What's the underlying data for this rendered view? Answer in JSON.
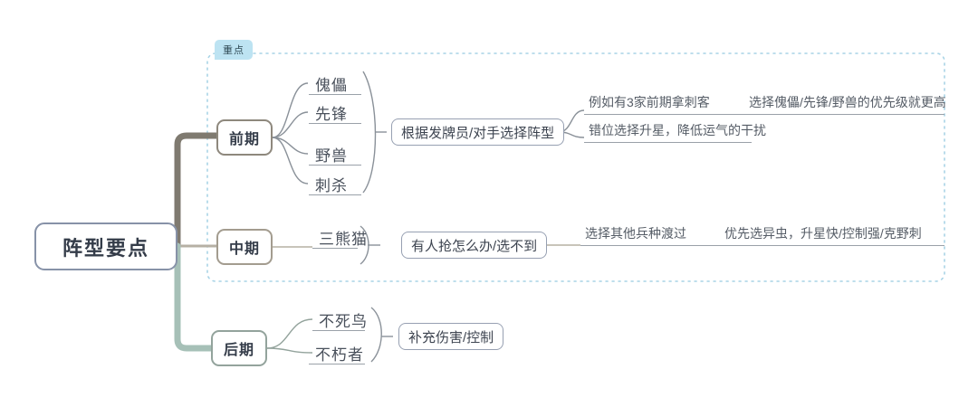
{
  "map": {
    "root": {
      "label": "阵型要点"
    },
    "tag": {
      "label": "重点"
    },
    "branches": [
      {
        "stage": "前期",
        "color": "#8e887d",
        "leaves": [
          "傀儡",
          "先锋",
          "野兽",
          "刺杀"
        ],
        "summary": "根据发牌员/对手选择阵型",
        "notes": [
          {
            "text": "例如有3家前期拿刺客",
            "follow": "选择傀儡/先锋/野兽的优先级就更高"
          },
          {
            "text": "错位选择升星，降低运气的干扰",
            "follow": ""
          }
        ]
      },
      {
        "stage": "中期",
        "color": "#a39c8f",
        "leaves": [
          "三熊猫"
        ],
        "summary": "有人抢怎么办/选不到",
        "notes": [
          {
            "text": "选择其他兵种渡过",
            "follow": "优先选异虫，升星快/控制强/克野刺"
          }
        ]
      },
      {
        "stage": "后期",
        "color": "#93a39c",
        "leaves": [
          "不死鸟",
          "不朽者"
        ],
        "summary": "补充伤害/控制",
        "notes": []
      }
    ]
  },
  "colors": {
    "root_border": "#8792a8",
    "branch_upper": "#7f7a70",
    "branch_lower": "#a6c0b7",
    "tag_bg": "#bde3f2",
    "boundary": "#a9d4e6",
    "line": "#9aa1a9",
    "box_border": "#97a0b2"
  }
}
